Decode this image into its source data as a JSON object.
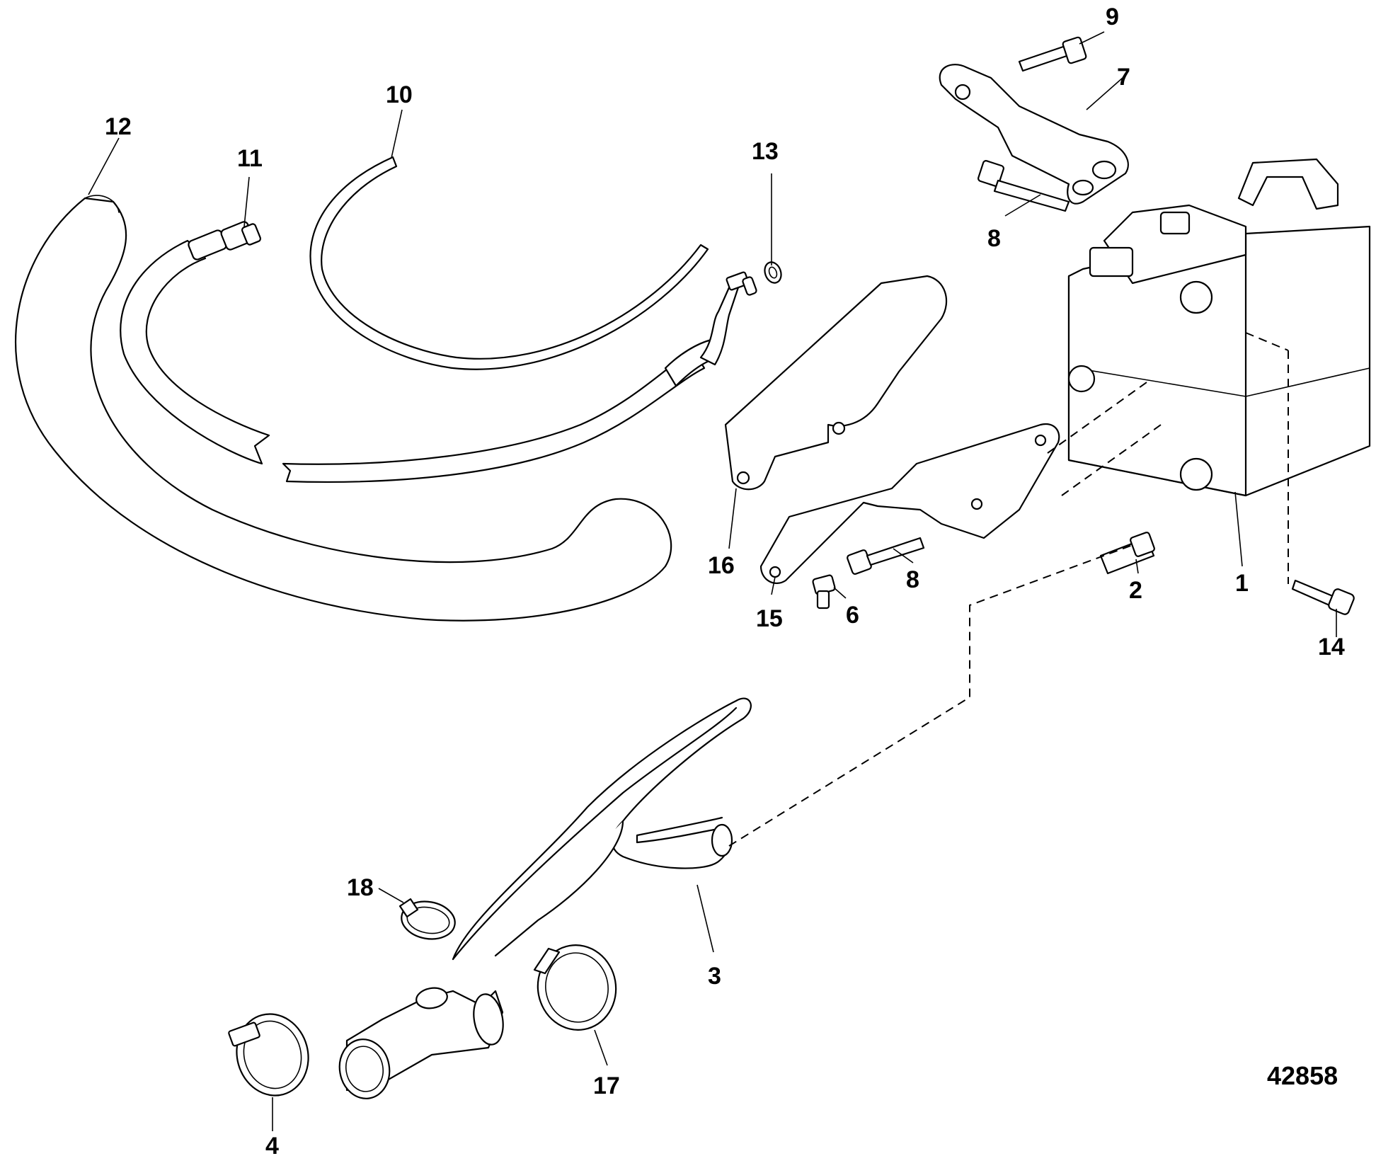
{
  "callouts": {
    "c1": "1",
    "c2": "2",
    "c3": "3",
    "c4": "4",
    "c6": "6",
    "c7": "7",
    "c8a": "8",
    "c8b": "8",
    "c9": "9",
    "c10": "10",
    "c11": "11",
    "c12": "12",
    "c13": "13",
    "c14": "14",
    "c15": "15",
    "c16": "16",
    "c17": "17",
    "c18": "18"
  },
  "figure_number": "42858"
}
